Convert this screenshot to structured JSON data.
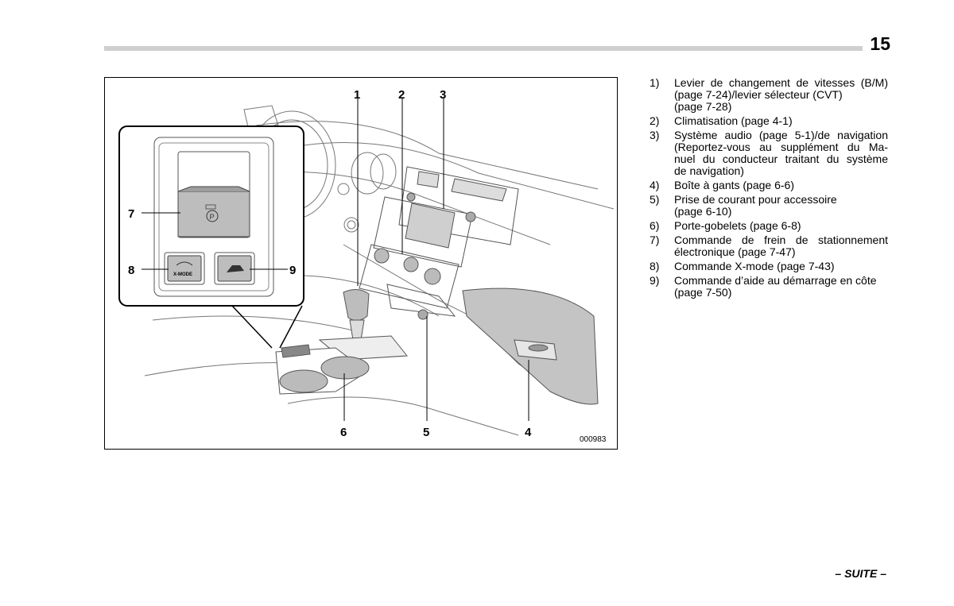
{
  "page": {
    "number": "15",
    "footer": "– SUITE –"
  },
  "figure": {
    "code": "000983",
    "callouts": [
      "1",
      "2",
      "3",
      "4",
      "5",
      "6",
      "7",
      "8",
      "9"
    ],
    "xmode_label": "X-MODE"
  },
  "legend": [
    {
      "num": "1)",
      "lines": [
        "Levier de changement de vitesses (B/M)",
        "(page 7-24)/levier sélecteur (CVT)",
        "(page 7-28)"
      ]
    },
    {
      "num": "2)",
      "lines": [
        "Climatisation (page 4-1)"
      ]
    },
    {
      "num": "3)",
      "lines": [
        "Système audio (page 5-1)/de navigation",
        "(Reportez-vous au supplément du Ma-",
        "nuel du conducteur traitant du système",
        "de navigation)"
      ]
    },
    {
      "num": "4)",
      "lines": [
        "Boîte à gants (page 6-6)"
      ]
    },
    {
      "num": "5)",
      "lines": [
        "Prise de courant pour accessoire",
        "(page 6-10)"
      ]
    },
    {
      "num": "6)",
      "lines": [
        "Porte-gobelets (page 6-8)"
      ]
    },
    {
      "num": "7)",
      "lines": [
        "Commande de frein de stationnement",
        "électronique (page 7-47)"
      ]
    },
    {
      "num": "8)",
      "lines": [
        "Commande X-mode (page 7-43)"
      ]
    },
    {
      "num": "9)",
      "lines": [
        "Commande d’aide au démarrage en côte",
        "(page 7-50)"
      ]
    }
  ]
}
